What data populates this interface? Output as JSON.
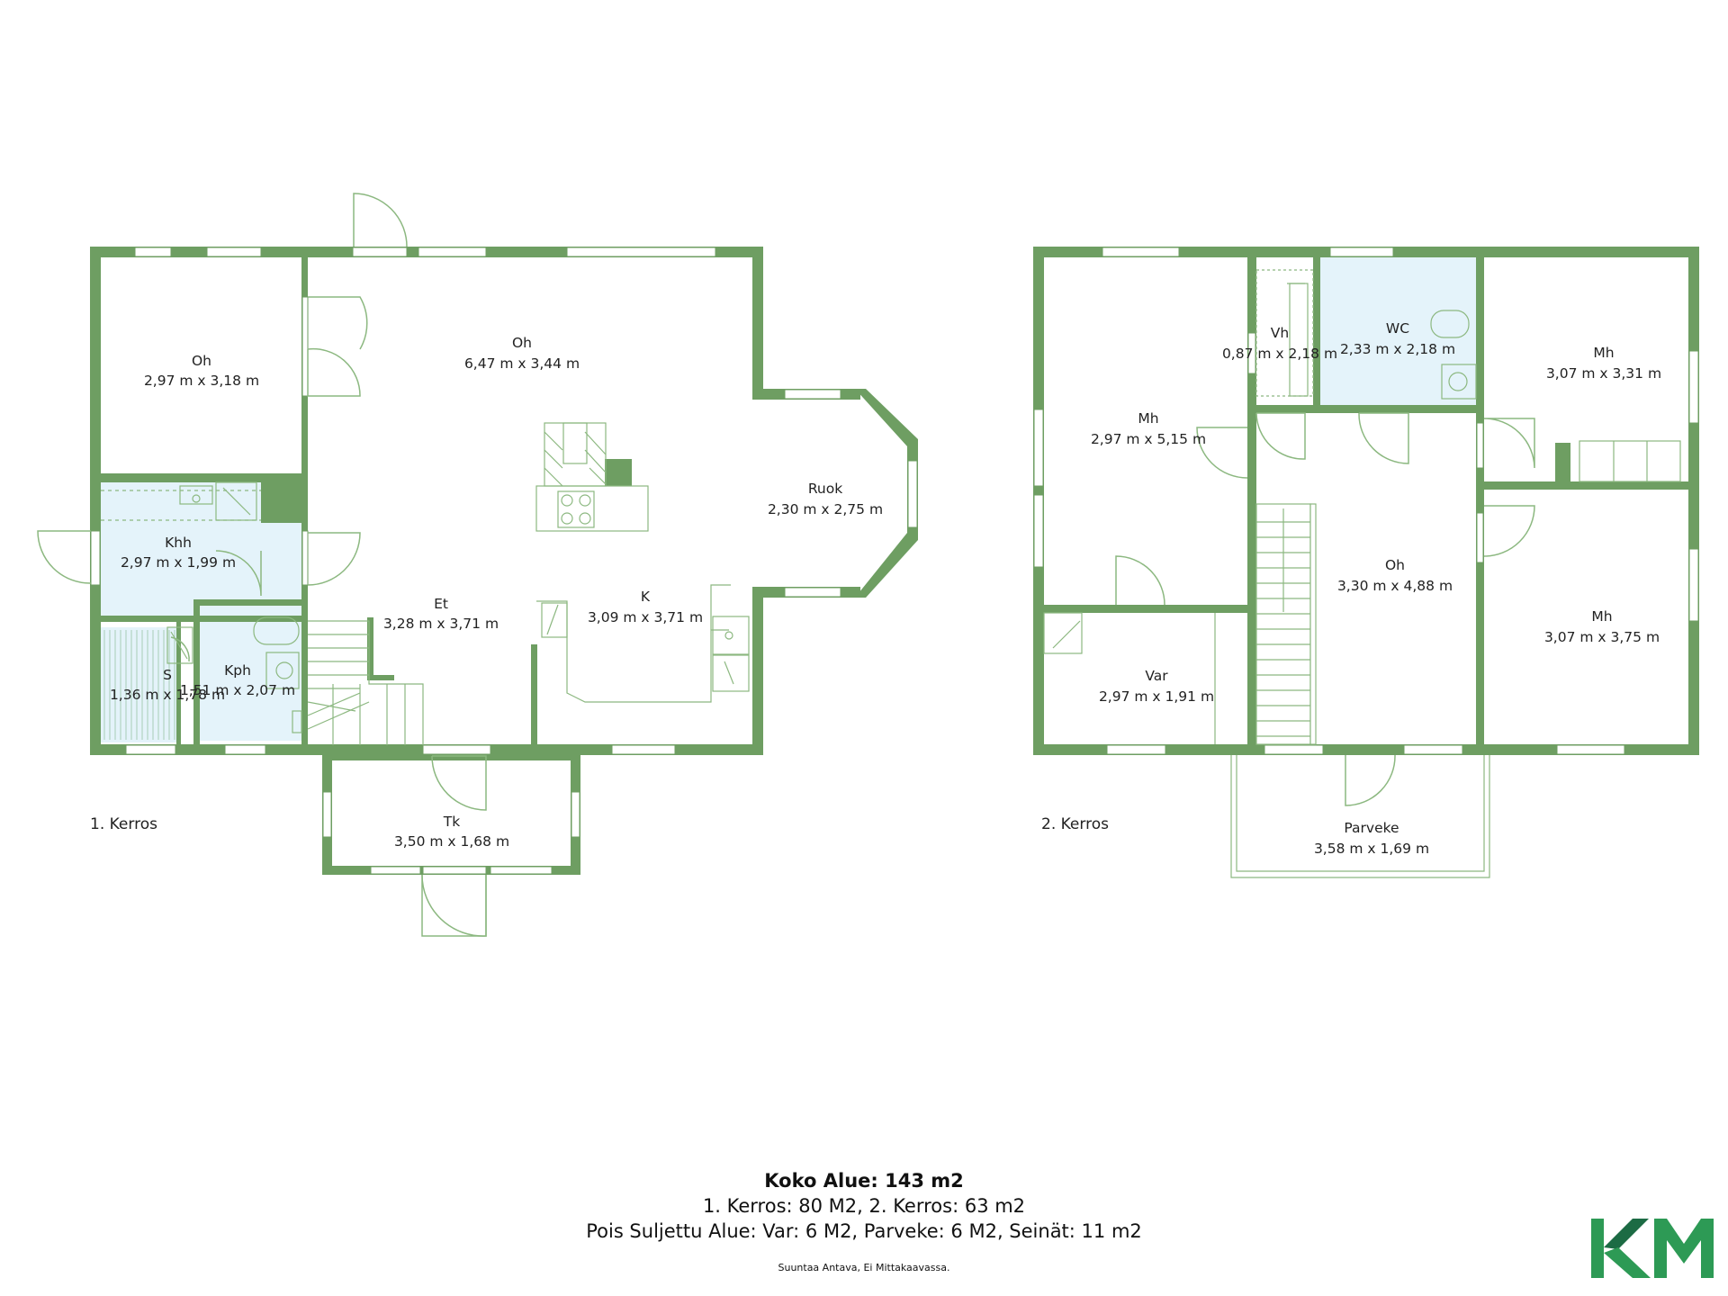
{
  "floors": [
    {
      "label": "1. Kerros",
      "rooms": [
        {
          "id": "oh-left",
          "name": "Oh",
          "dims": "2,97 m x 3,18 m"
        },
        {
          "id": "oh-main",
          "name": "Oh",
          "dims": "6,47 m x 3,44 m"
        },
        {
          "id": "ruok",
          "name": "Ruok",
          "dims": "2,30 m x 2,75 m"
        },
        {
          "id": "khh",
          "name": "Khh",
          "dims": "2,97 m x 1,99 m"
        },
        {
          "id": "et",
          "name": "Et",
          "dims": "3,28 m x 3,71 m"
        },
        {
          "id": "k",
          "name": "K",
          "dims": "3,09 m x 3,71 m"
        },
        {
          "id": "s",
          "name": "S",
          "dims": "1,36 m x 1,78 m"
        },
        {
          "id": "kph",
          "name": "Kph",
          "dims": "1,51 m x 2,07 m"
        },
        {
          "id": "tk",
          "name": "Tk",
          "dims": "3,50 m x 1,68 m"
        }
      ]
    },
    {
      "label": "2. Kerros",
      "rooms": [
        {
          "id": "vh",
          "name": "Vh",
          "dims": "0,87 m x 2,18 m"
        },
        {
          "id": "wc",
          "name": "WC",
          "dims": "2,33 m x 2,18 m"
        },
        {
          "id": "mh-tr",
          "name": "Mh",
          "dims": "3,07 m x 3,31 m"
        },
        {
          "id": "mh-left",
          "name": "Mh",
          "dims": "2,97 m x 5,15 m"
        },
        {
          "id": "oh2",
          "name": "Oh",
          "dims": "3,30 m x 4,88 m"
        },
        {
          "id": "mh-br",
          "name": "Mh",
          "dims": "3,07 m x 3,75 m"
        },
        {
          "id": "var",
          "name": "Var",
          "dims": "2,97 m x 1,91 m"
        },
        {
          "id": "parveke",
          "name": "Parveke",
          "dims": "3,58 m x 1,69 m"
        }
      ]
    }
  ],
  "summary": {
    "title": "Koko Alue: 143 m2",
    "line1": "1. Kerros: 80 M2, 2. Kerros: 63 m2",
    "line2": "Pois Suljettu Alue: Var: 6 M2, Parveke: 6 M2, Seinät: 11 m2",
    "footnote": "Suuntaa Antava, Ei Mittakaavassa."
  },
  "colors": {
    "wall": "#6e9e62",
    "wet_room": "#e4f3fa",
    "line": "#8cb880",
    "logo_green": "#2d9a55",
    "logo_dark": "#1c6b44"
  }
}
